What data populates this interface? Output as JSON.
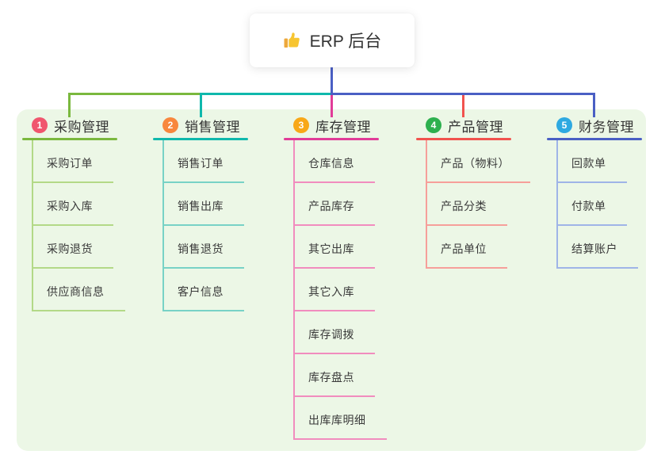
{
  "page": {
    "background": "#ffffff",
    "panel_background": "#ecf7e6",
    "text_color": "#333333"
  },
  "root": {
    "icon": "thumbs-up-icon",
    "title": "ERP 后台",
    "connector_color": "#4a5fc4"
  },
  "branches": [
    {
      "number": "1",
      "title": "采购管理",
      "badge_color": "#f0566e",
      "line_color": "#7ab83e",
      "child_line_color": "#b3d987",
      "children": [
        "采购订单",
        "采购入库",
        "采购退货",
        "供应商信息"
      ]
    },
    {
      "number": "2",
      "title": "销售管理",
      "badge_color": "#f8873d",
      "line_color": "#0fb8ac",
      "child_line_color": "#78d2c6",
      "children": [
        "销售订单",
        "销售出库",
        "销售退货",
        "客户信息"
      ]
    },
    {
      "number": "3",
      "title": "库存管理",
      "badge_color": "#f8a818",
      "line_color": "#e13c98",
      "child_line_color": "#f18cbe",
      "children": [
        "仓库信息",
        "产品库存",
        "其它出库",
        "其它入库",
        "库存调拨",
        "库存盘点",
        "出库库明细"
      ]
    },
    {
      "number": "4",
      "title": "产品管理",
      "badge_color": "#2db04e",
      "line_color": "#f1534e",
      "child_line_color": "#f69f9a",
      "children": [
        "产品（物料）",
        "产品分类",
        "产品单位"
      ]
    },
    {
      "number": "5",
      "title": "财务管理",
      "badge_color": "#2ea9e1",
      "line_color": "#4a5fc4",
      "child_line_color": "#9fb4e7",
      "children": [
        "回款单",
        "付款单",
        "结算账户"
      ]
    }
  ]
}
